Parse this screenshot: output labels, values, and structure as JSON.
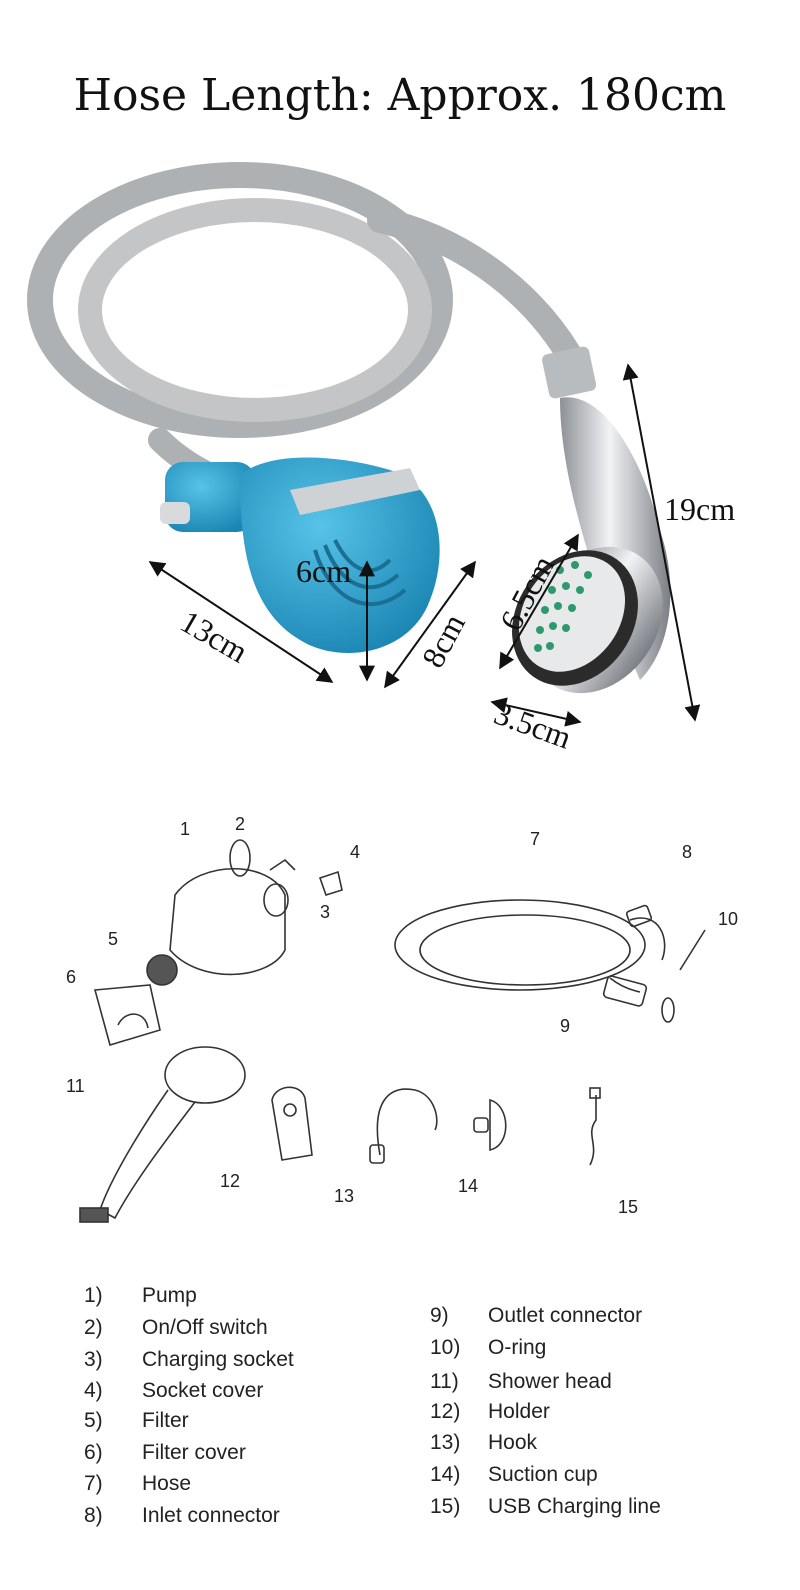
{
  "title": "Hose Length: Approx. 180cm",
  "dimensions": {
    "pump_width": "13cm",
    "pump_depth": "8cm",
    "pump_height": "6cm",
    "head_diameter": "6.5cm",
    "head_thickness": "3.5cm",
    "head_length": "19cm"
  },
  "part_numbers": [
    "1",
    "2",
    "3",
    "4",
    "5",
    "6",
    "7",
    "8",
    "9",
    "10",
    "11",
    "12",
    "13",
    "14",
    "15"
  ],
  "parts": [
    {
      "num": "1)",
      "name": "Pump"
    },
    {
      "num": "2)",
      "name": "On/Off switch"
    },
    {
      "num": "3)",
      "name": "Charging socket"
    },
    {
      "num": "4)",
      "name": "Socket cover"
    },
    {
      "num": "5)",
      "name": "Filter"
    },
    {
      "num": "6)",
      "name": "Filter cover"
    },
    {
      "num": "7)",
      "name": "Hose"
    },
    {
      "num": "8)",
      "name": "Inlet connector"
    },
    {
      "num": "9)",
      "name": "Outlet connector"
    },
    {
      "num": "10)",
      "name": "O-ring"
    },
    {
      "num": "11)",
      "name": "Shower head"
    },
    {
      "num": "12)",
      "name": "Holder"
    },
    {
      "num": "13)",
      "name": "Hook"
    },
    {
      "num": "14)",
      "name": "Suction cup"
    },
    {
      "num": "15)",
      "name": "USB Charging line"
    }
  ],
  "colors": {
    "hose": "#b7b9ba",
    "pump_body": "#2aa3cf",
    "chrome": "#c9ccd0",
    "nozzles": "#2e9a6b"
  }
}
